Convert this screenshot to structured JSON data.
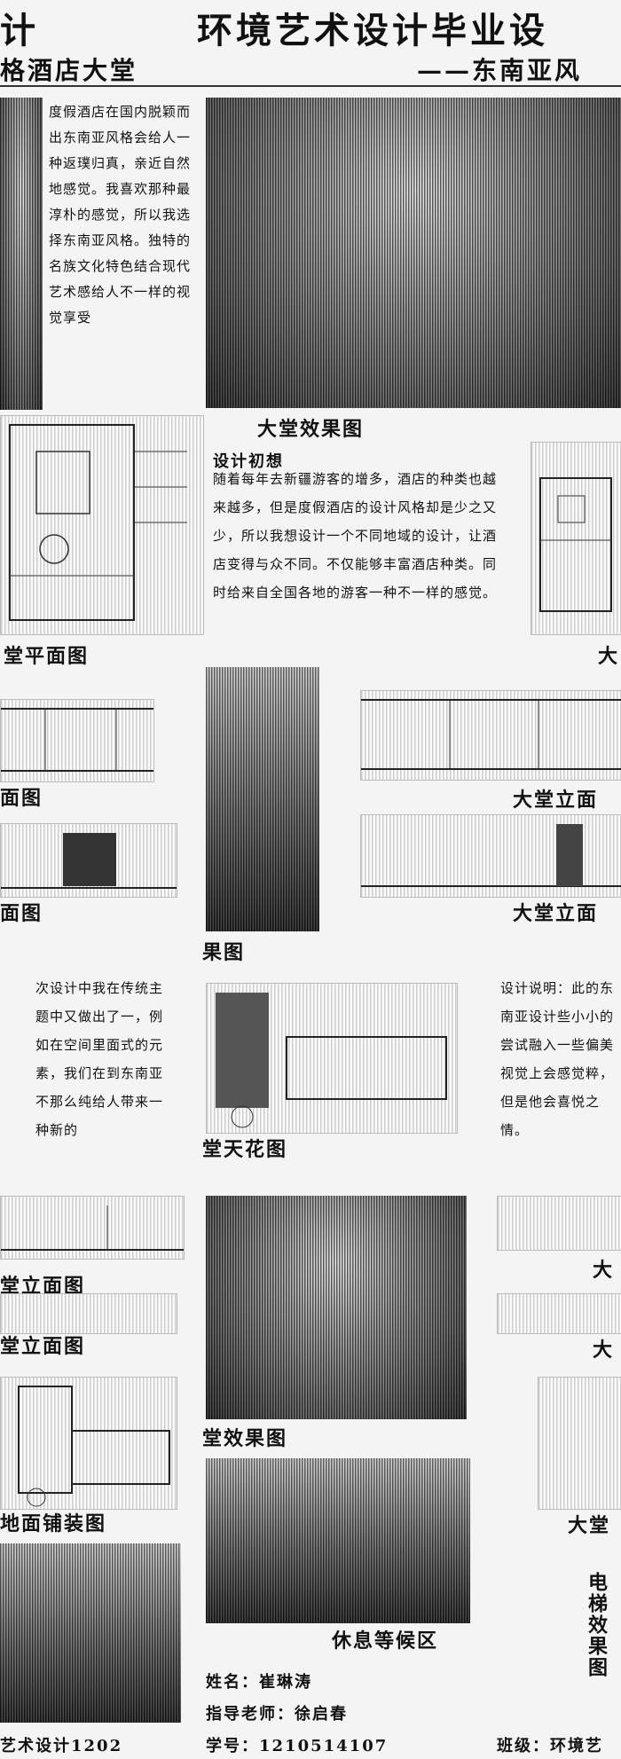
{
  "header": {
    "title_left": "计",
    "title_main": "环境艺术设计毕业设",
    "subtitle_left": "格酒店大堂",
    "subtitle_right": "——东南亚风"
  },
  "intro_text": "度假酒店在国内脱颖而出东南亚风格会给人一种返璞归真，亲近自然地感觉。我喜欢那种最淳朴的感觉，所以我选择东南亚风格。独特的名族文化特色结合现代艺术感给人不一样的视觉享受",
  "labels": {
    "lobby_render_1": "大堂效果图",
    "design_idea_title": "设计初想",
    "lobby_plan": "堂平面图",
    "right_cut_1": "大",
    "elev_left_1": "面图",
    "elev_right_1": "大堂立面",
    "elev_left_2": "面图",
    "elev_right_2": "大堂立面",
    "render_cut": "果图",
    "ceiling_plan": "堂天花图",
    "elev_left_3": "堂立面图",
    "elev_left_4": "堂立面图",
    "lobby_render_2": "堂效果图",
    "floor_paving": "地面铺装图",
    "rest_area": "休息等候区",
    "right_cut_2": "大",
    "right_cut_3": "大",
    "right_cut_4": "大堂",
    "elevator_render": "电梯效果图"
  },
  "design_idea_text": "随着每年去新疆游客的增多，酒店的种类也越来越多，但是度假酒店的设计风格却是少之又少，所以我想设计一个不同地域的设计，让酒店变得与众不同。不仅能够丰富酒店种类。同时给来自全国各地的游客一种不一样的感觉。",
  "left_text": "次设计中我在传统主题中又做出了一，例如在空间里面式的元素，我们在到东南亚不那么纯给人带来一种新的",
  "right_text": "设计说明：此的东南亚设计些小小的尝试融入一些偏美视觉上会感觉粹，但是他会喜悦之情。",
  "footer": {
    "name": "姓名：崔琳涛",
    "advisor": "指导老师：徐启春",
    "student_id": "学号：1210514107",
    "class_left": "艺术设计1202",
    "class_right": "班级：环境艺"
  }
}
